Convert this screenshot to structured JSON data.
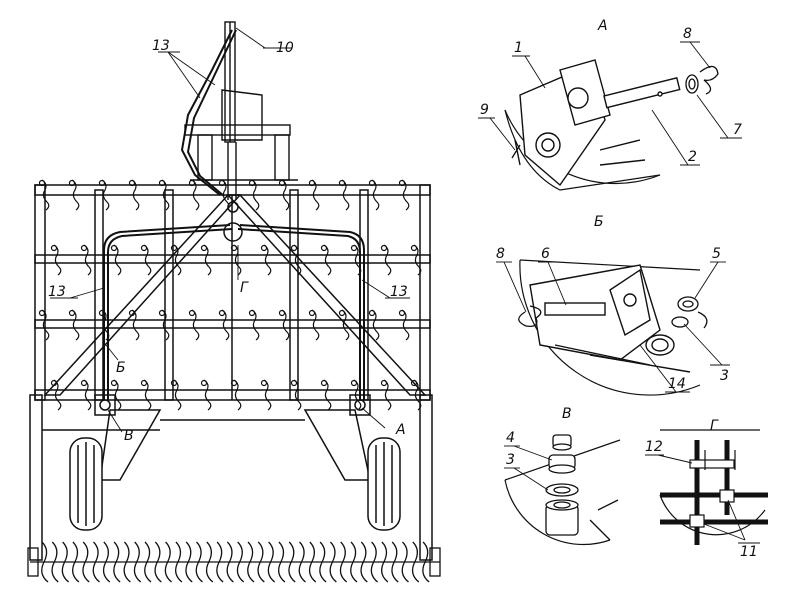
{
  "main_view": {
    "labels": {
      "l10": "10",
      "l13_top": "13",
      "l13_left": "13",
      "l13_right": "13",
      "g": "Г",
      "b": "Б",
      "v": "В",
      "a": "А"
    }
  },
  "detail_a": {
    "title": "А",
    "labels": {
      "l1": "1",
      "l8": "8",
      "l9": "9",
      "l7": "7",
      "l2": "2"
    }
  },
  "detail_b": {
    "title": "Б",
    "labels": {
      "l8": "8",
      "l6": "6",
      "l5": "5",
      "l3": "3",
      "l14": "14"
    }
  },
  "detail_v": {
    "title": "В",
    "labels": {
      "l4": "4",
      "l3": "3"
    }
  },
  "detail_g": {
    "title": "Г",
    "labels": {
      "l12": "12",
      "l11": "11"
    }
  }
}
